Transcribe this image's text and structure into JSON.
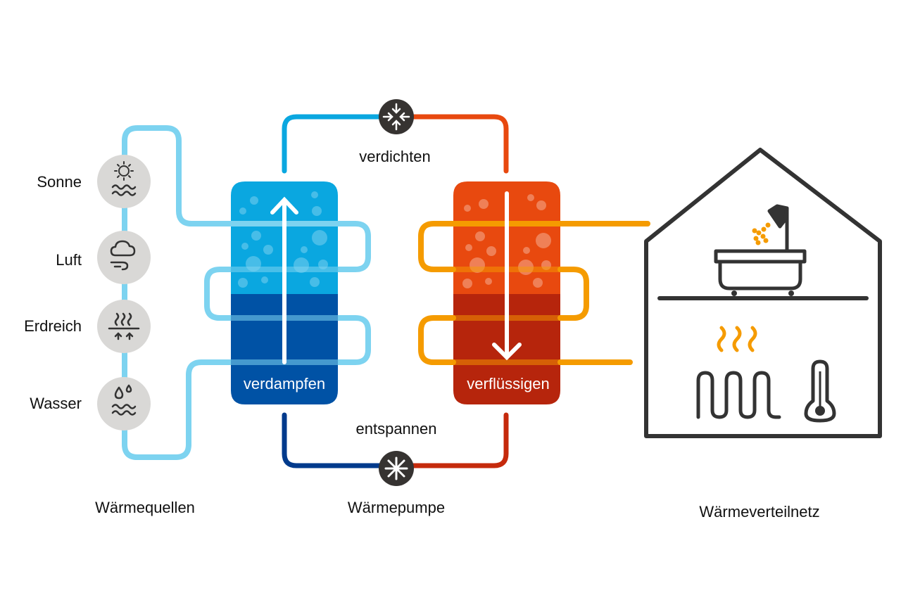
{
  "diagram": {
    "title": "Wärmepumpe Funktionsprinzip",
    "sources": {
      "heading": "Wärmequellen",
      "items": [
        {
          "label": "Sonne",
          "icon": "sun-waves-icon"
        },
        {
          "label": "Luft",
          "icon": "cloud-wind-icon"
        },
        {
          "label": "Erdreich",
          "icon": "ground-heat-icon"
        },
        {
          "label": "Wasser",
          "icon": "water-drops-icon"
        }
      ]
    },
    "pump": {
      "heading": "Wärmepumpe",
      "evaporator_label": "verdampfen",
      "condenser_label": "verflüssigen",
      "compress_label": "verdichten",
      "expand_label": "entspannen",
      "compressor_icon": "compress-arrows-icon",
      "expansion_icon": "snowflake-asterisk-icon"
    },
    "distribution": {
      "heading": "Wärmeverteilnetz",
      "icons": [
        "house-icon",
        "bathtub-shower-icon",
        "heat-waves-icon",
        "floor-heating-coil-icon",
        "thermometer-icon"
      ]
    },
    "colors": {
      "source_pipe": "#7dd3f0",
      "cold_blue": "#0aa7e0",
      "dark_blue": "#0052a5",
      "hot_orange": "#e8490f",
      "dark_red": "#b6250c",
      "heat_pipe": "#f59b00",
      "icon_bg": "#d9d8d6",
      "ink": "#333333"
    }
  }
}
